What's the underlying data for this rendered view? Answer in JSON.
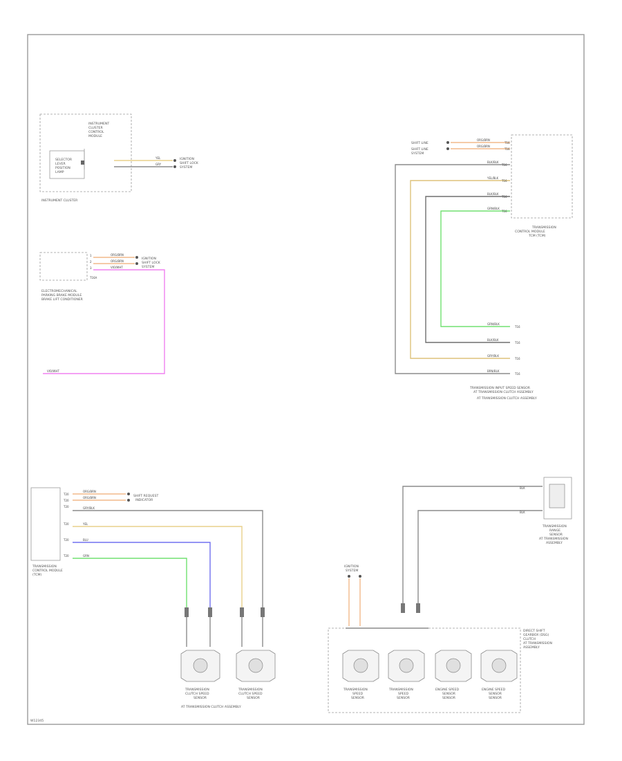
{
  "colors": {
    "frame": "#9a9a9a",
    "wire_gray": "#8c8c8c",
    "wire_orange": "#f2b98a",
    "wire_yellow": "#e8d08a",
    "wire_pink": "#f080f0",
    "wire_green": "#70e070",
    "wire_blue": "#7070f0",
    "wire_dark": "#6e6e6e",
    "wire_tan": "#ddc27a"
  },
  "labels": {
    "ic_header": [
      "INSTRUMENT",
      "CLUSTER",
      "CONTROL",
      "MODULE"
    ],
    "ic_lamp": [
      "SELECTOR",
      "LEVER",
      "POSITION",
      "LAMP"
    ],
    "ic_footer": "INSTRUMENT CLUSTER",
    "ic_dest": [
      "IGNITION",
      "SHIFT LOCK",
      "SYSTEM"
    ],
    "ic_wires": [
      "YEL",
      "GRY"
    ],
    "ebm_name": [
      "ELECTROMECHANICAL",
      "PARKING BRAKE MODULE",
      "BRAKE LIFT CONDITIONER"
    ],
    "ebm_dest": [
      "IGNITION",
      "SHIFT LOCK",
      "SYSTEM"
    ],
    "ebm_wires": [
      "ORG/BRN",
      "ORG/BRN",
      "VIO/WHT"
    ],
    "ebm_pins": [
      "1",
      "2",
      "3"
    ],
    "ebm_pin_extra": "T16A",
    "pink_wire": "VIO/WHT",
    "tcm_right_inputs": [
      "SHIFT LINE",
      "SHIFT LINE",
      "SYSTEM"
    ],
    "tcm_right_wires": [
      "ORG/BRN",
      "ORG/BRN",
      "BLK/BLK",
      "YEL/BLK",
      "BLK/BLK",
      "GRN/BLK"
    ],
    "tcm_right_pins": [
      "T16",
      "T16",
      "T16",
      "T16",
      "T16",
      "T16"
    ],
    "tcm_right_name": [
      "TRANSMISSION",
      "CONTROL MODULE",
      "TCM (TCM)"
    ],
    "tcm_right_bottom_wires": [
      "GRN/BLK",
      "BLK/BLK",
      "GRY/BLK",
      "BRN/BLK"
    ],
    "tcm_right_bottom_pins": [
      "T16",
      "T16",
      "T16",
      "T16"
    ],
    "tcm_right_bottom_name": [
      "TRANSMISSION INPUT SPEED SENSOR",
      "AT TRANSMISSION CLUTCH ASSEMBLY",
      "AT TRANSMISSION CLUTCH ASSEMBLY"
    ],
    "tcm_left_name": [
      "TRANSMISSION",
      "CONTROL MODULE",
      "(TCM)"
    ],
    "tcm_left_wires": [
      "ORG/BRN",
      "ORG/BRN",
      "GRY/BLK",
      "YEL",
      "BLU",
      "GRN"
    ],
    "tcm_left_pins": [
      "T20",
      "T20",
      "T20",
      "T20",
      "T20",
      "T20"
    ],
    "tcm_left_dest": [
      "SHIFT REQUEST",
      "INDICATOR"
    ],
    "sensors_left_names": [
      [
        "TRANSMISSION",
        "CLUTCH SPEED",
        "SENSOR"
      ],
      [
        "TRANSMISSION",
        "CLUTCH SPEED",
        "SENSOR"
      ]
    ],
    "sensors_left_caption": "AT TRANSMISSION CLUTCH ASSEMBLY",
    "range_sensor_name": [
      "TRANSMISSION",
      "RANGE",
      "SENSOR",
      "AT TRANSMISSION",
      "ASSEMBLY"
    ],
    "range_wires": [
      "BLK",
      "BLK"
    ],
    "ign_label": [
      "IGNITION",
      "SYSTEM"
    ],
    "sensors_right_names": [
      [
        "TRANSMISSION",
        "SPEED",
        "SENSOR"
      ],
      [
        "TRANSMISSION",
        "SPEED",
        "SENSOR"
      ],
      [
        "ENGINE SPEED",
        "SENSOR",
        "SENSOR"
      ],
      [
        "ENGINE SPEED",
        "SENSOR",
        "SENSOR"
      ]
    ],
    "sensors_right_title": [
      "DIRECT SHIFT",
      "GEARBOX (DSG)",
      "CLUTCH",
      "AT TRANSMISSION",
      "ASSEMBLY"
    ],
    "page_ref": "W12345"
  }
}
